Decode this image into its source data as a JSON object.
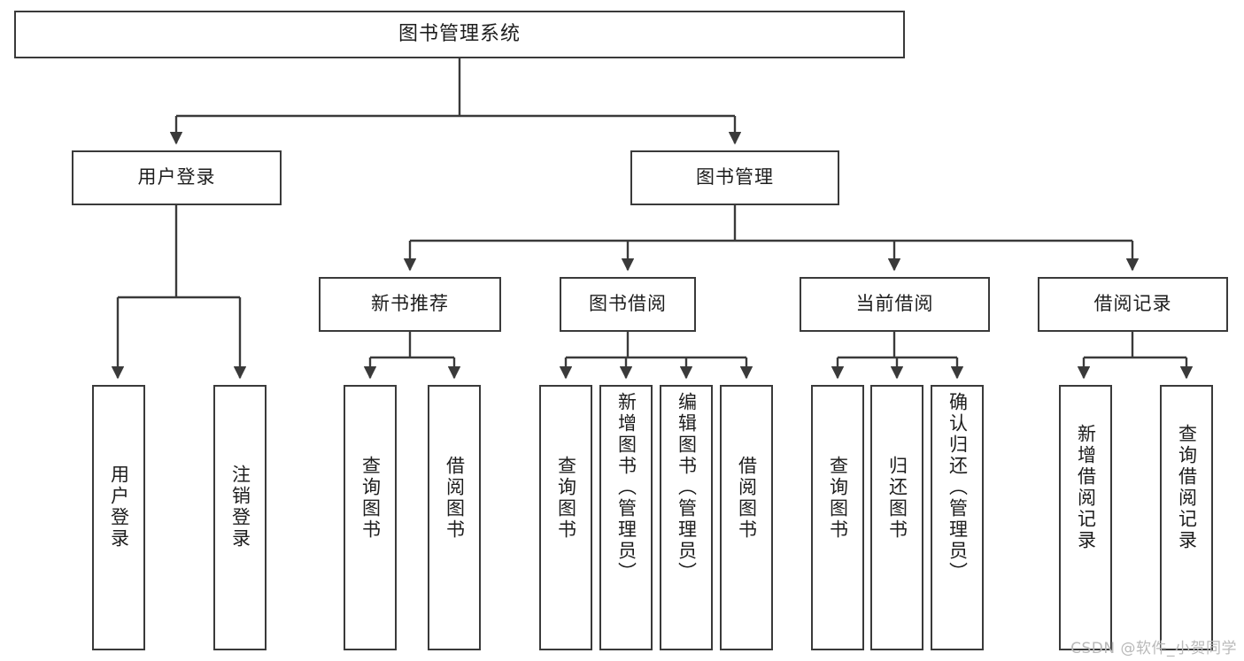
{
  "diagram": {
    "title": "图书管理系统",
    "watermark": "CSDN @软件_小贺同学",
    "colors": {
      "box_border": "#3a3a3a",
      "box_fill": "#ffffff",
      "connector": "#3a3a3a",
      "text": "#1d1d1d",
      "watermark": "#b9b9b9",
      "background": "#ffffff"
    },
    "root": {
      "label": "图书管理系统"
    },
    "level2": [
      {
        "label": "用户登录"
      },
      {
        "label": "图书管理"
      }
    ],
    "level3": [
      {
        "label": "新书推荐"
      },
      {
        "label": "图书借阅"
      },
      {
        "label": "当前借阅"
      },
      {
        "label": "借阅记录"
      }
    ],
    "leaves": {
      "user_login": [
        {
          "label": "用户登录"
        },
        {
          "label": "注销登录"
        }
      ],
      "new_book_recommend": [
        {
          "label": "查询图书"
        },
        {
          "label": "借阅图书"
        }
      ],
      "book_borrow": [
        {
          "label": "查询图书"
        },
        {
          "label": "新增图书（管理员）"
        },
        {
          "label": "编辑图书（管理员）"
        },
        {
          "label": "借阅图书"
        }
      ],
      "current_borrow": [
        {
          "label": "查询图书"
        },
        {
          "label": "归还图书"
        },
        {
          "label": "确认归还（管理员）"
        }
      ],
      "borrow_records": [
        {
          "label": "新增借阅记录"
        },
        {
          "label": "查询借阅记录"
        }
      ]
    }
  }
}
